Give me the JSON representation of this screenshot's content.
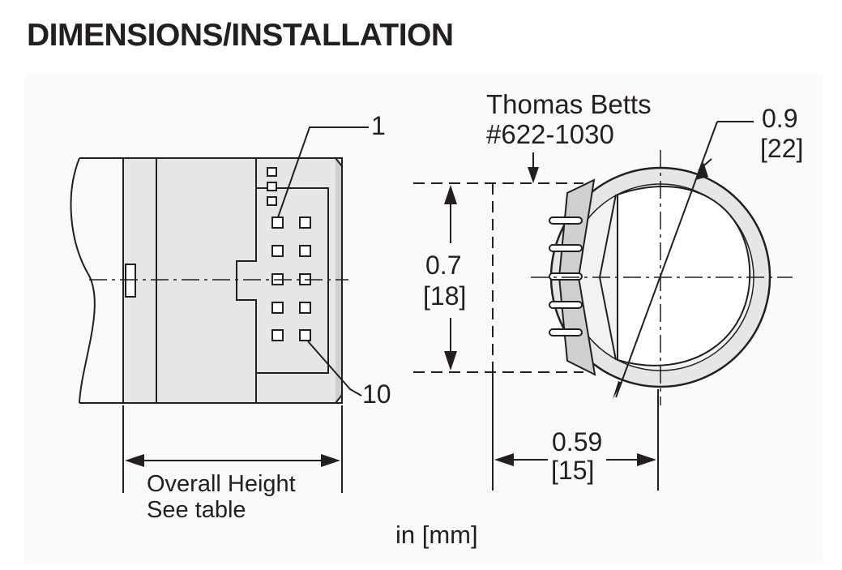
{
  "header": {
    "title": "DIMENSIONS/INSTALLATION"
  },
  "diagram": {
    "callout_pin_first": "1",
    "callout_pin_last": "10",
    "connector": {
      "line1": "Thomas Betts",
      "line2": "#622-1030"
    },
    "dim_diameter": {
      "inch": "0.9",
      "mm": "[22]"
    },
    "dim_height": {
      "inch": "0.7",
      "mm": "[18]"
    },
    "dim_offset": {
      "inch": "0.59",
      "mm": "[15]"
    },
    "overall": {
      "line1": "Overall Height",
      "line2": "See table"
    },
    "units": "in [mm]"
  },
  "colors": {
    "line": "#231f20",
    "fill": "#e6e6e6",
    "fill_dark": "#cfcfcf"
  }
}
